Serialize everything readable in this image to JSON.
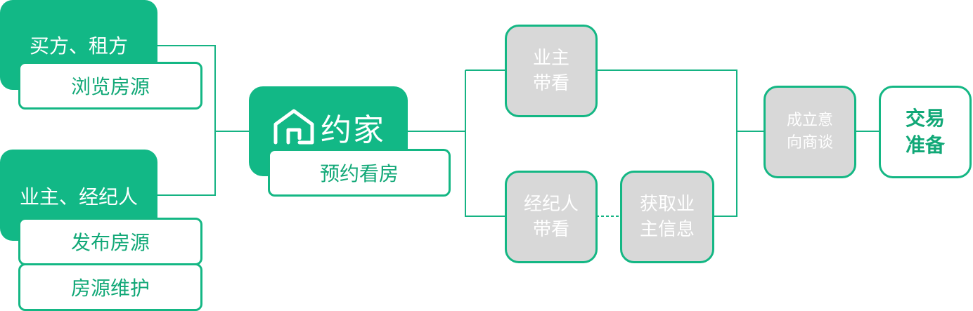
{
  "colors": {
    "accent": "#12b886",
    "border": "#14b784",
    "node_gray": "#d8d8d8",
    "text_green": "#11a877",
    "line": "#15b383"
  },
  "users": {
    "buyers": {
      "label": "买方、租方",
      "actions": [
        "浏览房源"
      ]
    },
    "owners": {
      "label": "业主、经纪人",
      "actions": [
        "发布房源",
        "房源维护"
      ]
    }
  },
  "platform": {
    "logo_icon": "house-icon",
    "logo_text": "约家",
    "action": "预约看房"
  },
  "paths": {
    "owner_viewing": [
      "业主",
      "带看"
    ],
    "agent_viewing": [
      "经纪人",
      "带看"
    ],
    "get_owner_info": [
      "获取业",
      "主信息"
    ]
  },
  "outcome": {
    "intent": [
      "成立意",
      "向商谈"
    ],
    "final": [
      "交易",
      "准备"
    ]
  }
}
